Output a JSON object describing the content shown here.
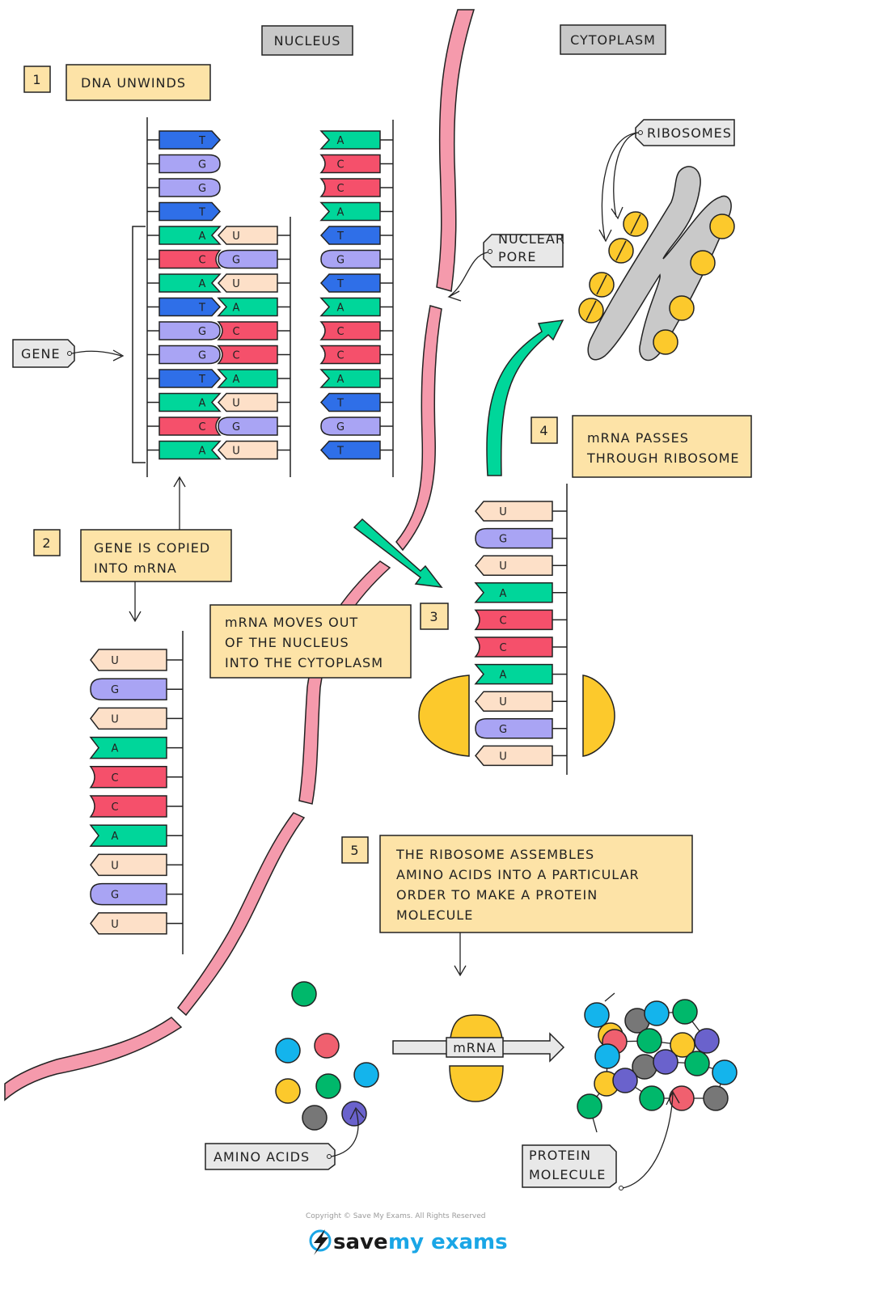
{
  "regions": {
    "nucleus": "NUCLEUS",
    "cytoplasm": "CYTOPLASM"
  },
  "steps": [
    {
      "number": "1",
      "text": [
        "DNA  UNWINDS"
      ]
    },
    {
      "number": "2",
      "text": [
        "GENE  IS  COPIED",
        "INTO  mRNA"
      ]
    },
    {
      "number": "3",
      "text": [
        "mRNA  MOVES  OUT",
        "OF  THE  NUCLEUS",
        "INTO  THE  CYTOPLASM"
      ]
    },
    {
      "number": "4",
      "text": [
        "mRNA  PASSES",
        "THROUGH  RIBOSOME"
      ]
    },
    {
      "number": "5",
      "text": [
        "THE  RIBOSOME  ASSEMBLES",
        "AMINO  ACIDS  INTO  A  PARTICULAR",
        "ORDER  TO  MAKE  A  PROTEIN",
        "MOLECULE"
      ]
    }
  ],
  "tags": {
    "gene": "GENE",
    "ribosomes": "RIBOSOMES",
    "nuclear_pore": [
      "NUCLEAR",
      "PORE"
    ],
    "amino_acids": "AMINO  ACIDS",
    "protein_molecule": [
      "PROTEIN",
      "MOLECULE"
    ],
    "mrna_bar": "mRNA"
  },
  "dna": {
    "left_strand": [
      "T",
      "G",
      "G",
      "T",
      "A",
      "C",
      "A",
      "T",
      "G",
      "G",
      "T",
      "A",
      "C",
      "A"
    ],
    "right_strand": [
      "A",
      "C",
      "C",
      "A",
      "T",
      "G",
      "T",
      "A",
      "C",
      "C",
      "A",
      "T",
      "G",
      "T"
    ],
    "mrna_paired": [
      "U",
      "G",
      "U",
      "A",
      "C",
      "C",
      "A",
      "U",
      "G",
      "U"
    ]
  },
  "mrna_free": [
    "U",
    "G",
    "U",
    "A",
    "C",
    "C",
    "A",
    "U",
    "G",
    "U"
  ],
  "mrna_ribosome": [
    "U",
    "G",
    "U",
    "A",
    "C",
    "C",
    "A",
    "U",
    "G",
    "U"
  ],
  "colors": {
    "T": "#2f6fe8",
    "G": "#a9a4f4",
    "A": "#00d69a",
    "C": "#f5506b",
    "rna": "#fde0c8",
    "label_box": "#fde3a7",
    "tag": "#e8e8e8",
    "region": "#c8c8c8",
    "membrane": "#f59aac",
    "arrow": "#00d69a",
    "ribosome": "#fcc92c",
    "er": "#c9c9c9"
  },
  "amino_acid_colors": [
    "#00b86b",
    "#14b4ec",
    "#f0606f",
    "#14b4ec",
    "#fcc92c",
    "#00b86b",
    "#777777",
    "#6a62cc"
  ],
  "footer": {
    "copyright": "Copyright © Save My Exams. All Rights Reserved",
    "brand_a": "save",
    "brand_b": "my exams"
  }
}
